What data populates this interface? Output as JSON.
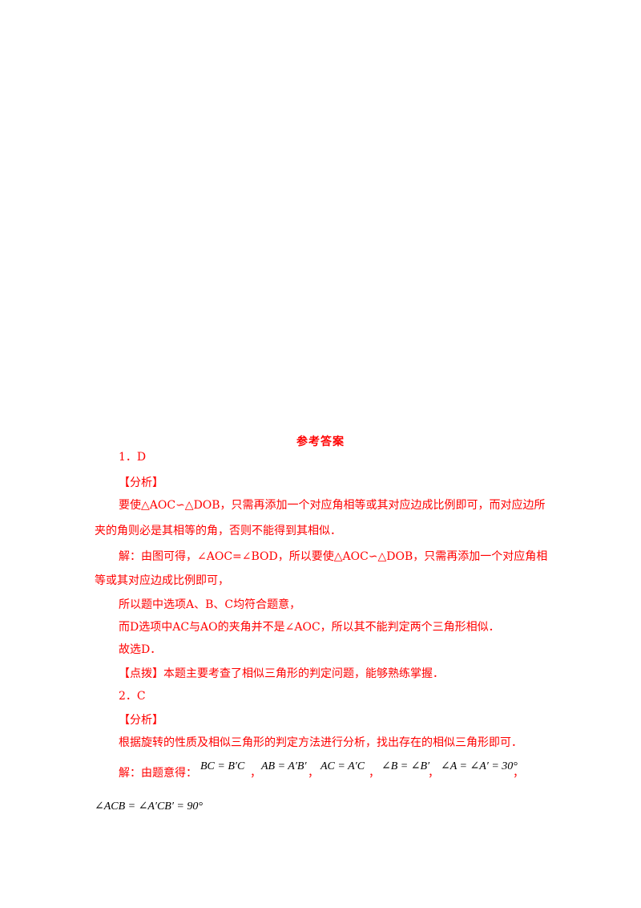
{
  "title": "参考答案",
  "lines": [
    "1．D",
    "【分析】",
    "要使△AOC∽△DOB，只需再添加一个对应角相等或其对应边成比例即可，而对应边所",
    "夹的角则必是其相等的角，否则不能得到其相似．",
    "解：由图可得，∠AOC=∠BOD，所以要使△AOC∽△DOB，只需再添加一个对应角相",
    "等或其对应边成比例即可，",
    "所以题中选项A、B、C均符合题意，",
    "而D选项中AC与AO的夹角并不是∠AOC，所以其不能判定两个三角形相似．",
    "故选D．",
    "【点拨】本题主要考查了相似三角形的判定问题，能够熟练掌握．",
    "2．C",
    "【分析】",
    "根据旋转的性质及相似三角形的判定方法进行分析，找出存在的相似三角形即可．",
    "解：由题意得："
  ],
  "math": {
    "eq1": "BC = B′C",
    "eq2": "AB = A′B′",
    "eq3": "AC = A′C",
    "eq4": "∠B = ∠B′",
    "eq5": "∠A = ∠A′ = 30°",
    "eq6": "∠ACB = ∠A′CB′ = 90°",
    "comma": "，"
  },
  "colors": {
    "text": "#ff0000",
    "math": "#000000",
    "background": "#ffffff"
  }
}
